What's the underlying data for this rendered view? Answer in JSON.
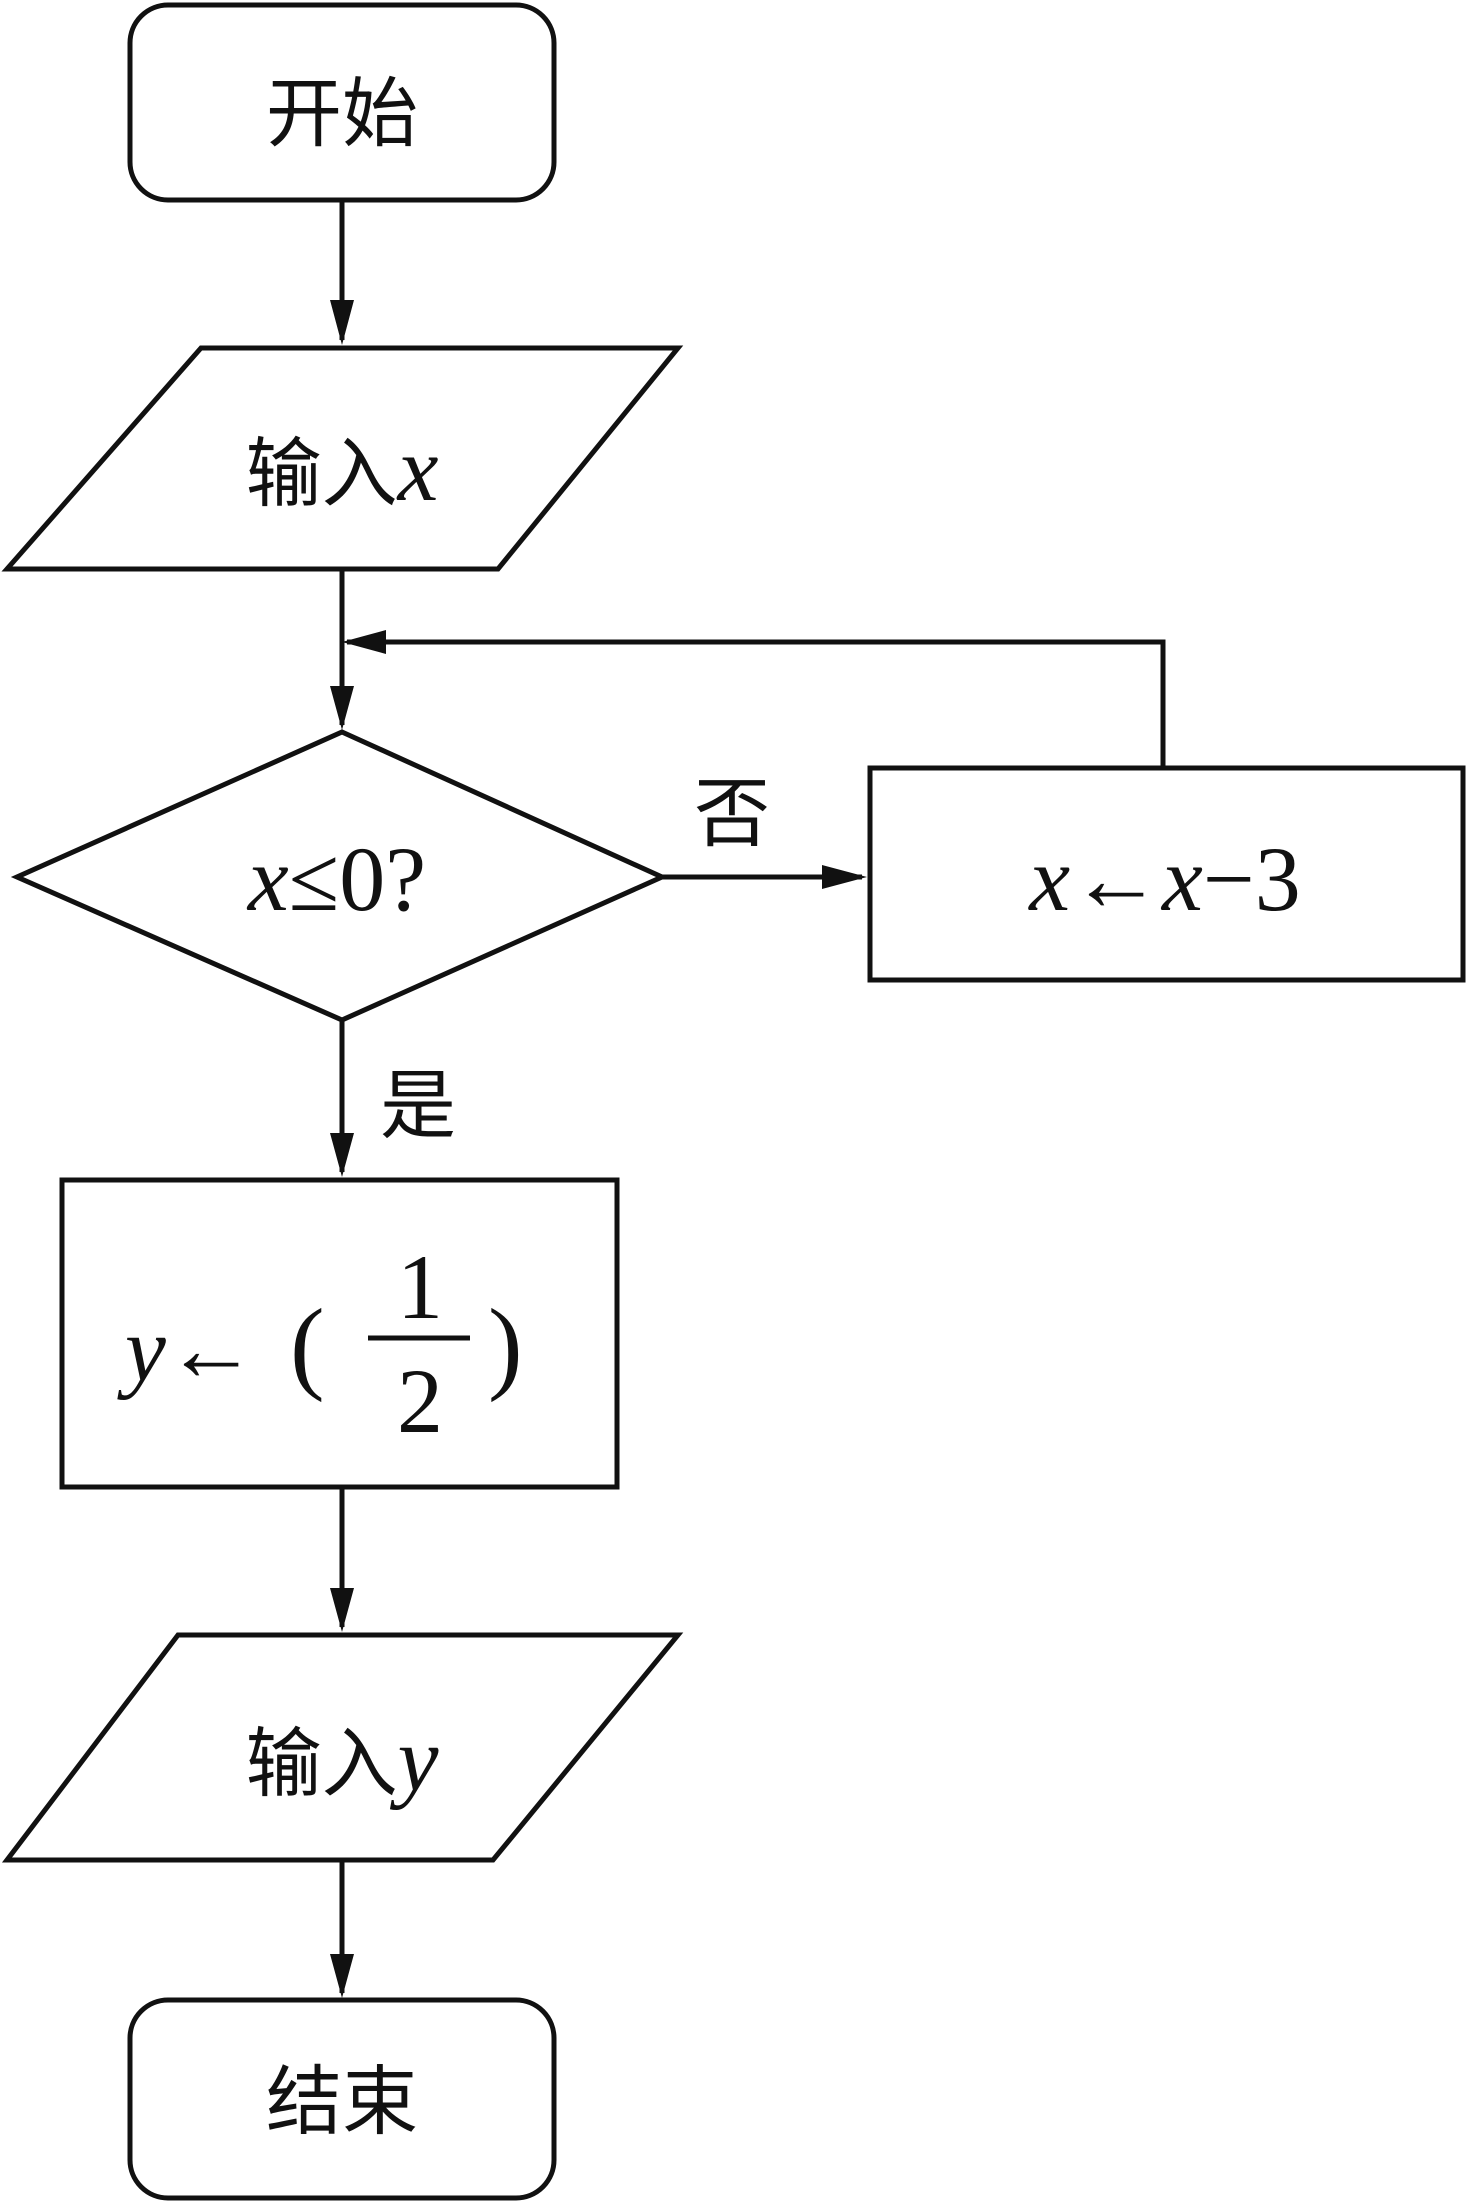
{
  "start": {
    "label": "开始"
  },
  "input_x": {
    "label": "输入",
    "var": "x"
  },
  "decision": {
    "var": "x",
    "op": "≤",
    "value": "0",
    "q": "?"
  },
  "branch_no": {
    "label": "否"
  },
  "branch_yes": {
    "label": "是"
  },
  "update": {
    "lhs": "x",
    "arrow": "←",
    "rhs_var": "x",
    "rhs_rest": "−3"
  },
  "assign": {
    "lhs": "y",
    "arrow": "←",
    "lparen": "(",
    "num": "1",
    "den": "2",
    "rparen": ")"
  },
  "output_y": {
    "label": "输入",
    "var": "y"
  },
  "end": {
    "label": "结束"
  }
}
